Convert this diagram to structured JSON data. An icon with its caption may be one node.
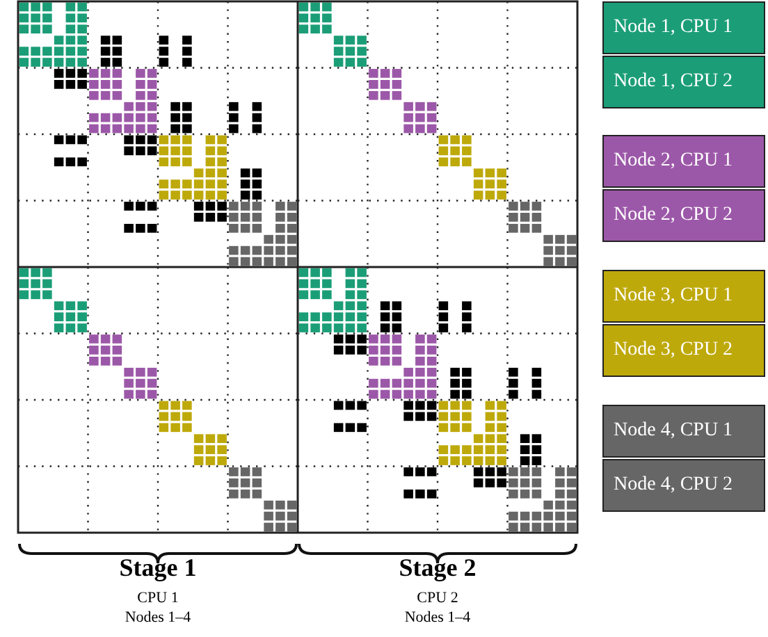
{
  "diagram": {
    "labels": [
      "Stage 1",
      "CPU 1",
      "Nodes 1–4",
      "Stage 2",
      "CPU 2",
      "Nodes 1–4"
    ],
    "legend": [
      {
        "text": "Node 1, CPU 1",
        "color": "#1b9e77"
      },
      {
        "text": "Node 1, CPU 2",
        "color": "#1b9e77"
      },
      {
        "text": "Node 2, CPU 1",
        "color": "#9c58a8"
      },
      {
        "text": "Node 2, CPU 2",
        "color": "#9c58a8"
      },
      {
        "text": "Node 3, CPU 1",
        "color": "#bea90b"
      },
      {
        "text": "Node 3, CPU 2",
        "color": "#bea90b"
      },
      {
        "text": "Node 4, CPU 1",
        "color": "#666666"
      },
      {
        "text": "Node 4, CPU 2",
        "color": "#666666"
      }
    ]
  }
}
